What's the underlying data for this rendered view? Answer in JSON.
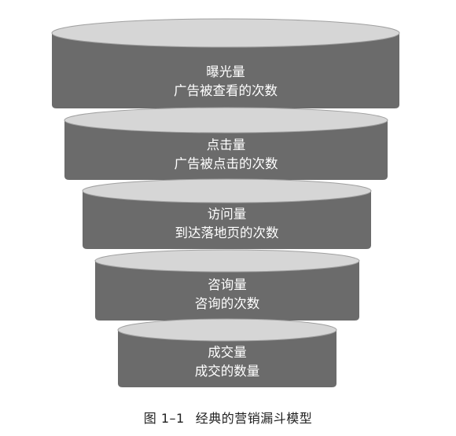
{
  "diagram": {
    "type": "funnel",
    "colors": {
      "body": "#6b6b6b",
      "top": "#d6d6d6",
      "top_edge": "#a0a0a0",
      "text": "#ffffff"
    },
    "tiers": [
      {
        "title": "曝光量",
        "description": "广告被查看的次数"
      },
      {
        "title": "点击量",
        "description": "广告被点击的次数"
      },
      {
        "title": "访问量",
        "description": "到达落地页的次数"
      },
      {
        "title": "咨询量",
        "description": "咨询的次数"
      },
      {
        "title": "成交量",
        "description": "成交的数量"
      }
    ]
  },
  "caption": {
    "figure_number": "图 1–1",
    "title": "经典的营销漏斗模型"
  }
}
